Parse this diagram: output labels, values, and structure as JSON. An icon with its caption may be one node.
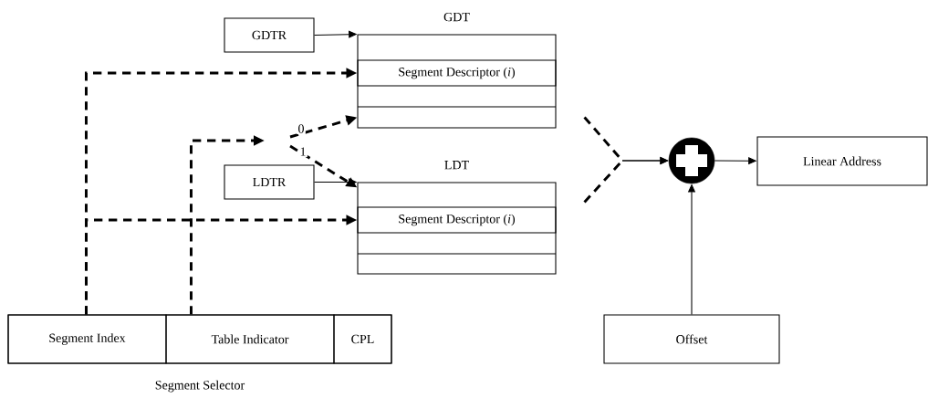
{
  "diagram": {
    "nodes": [
      {
        "text": [
          "GDTR"
        ]
      },
      {
        "text": [
          "GDT"
        ]
      },
      {
        "text": [
          "Segment Descriptor (*i*)"
        ],
        "in": 1
      },
      {
        "text": [
          "LDTR"
        ]
      },
      {
        "text": [
          "LDT"
        ]
      },
      {
        "text": [
          "Segment Descriptor (*i*)"
        ],
        "in": 4
      },
      {
        "text": [
          "Segment Selector"
        ]
      },
      {
        "text": [
          "Segment Index"
        ],
        "in": 6
      },
      {
        "text": [
          "Table Indicator"
        ],
        "in": 6
      },
      {
        "text": [
          "CPL"
        ],
        "in": 6
      },
      {
        "text": [],
        "shape": "circle"
      },
      {
        "text": [
          "Linear Address"
        ]
      },
      {
        "text": [
          "Offset"
        ]
      }
    ],
    "edges": [
      {
        "from": 0,
        "to": 1,
        "arrow": "to"
      },
      {
        "from": 3,
        "to": 4,
        "arrow": "to"
      },
      {
        "from": 7,
        "to": 2,
        "arrow": "to",
        "style": "dashed"
      },
      {
        "from": 7,
        "to": 5,
        "arrow": "to",
        "style": "dashed"
      },
      {
        "from": 8,
        "to": null,
        "arrow": "to",
        "style": "dashed"
      },
      {
        "from": null,
        "to": 1,
        "arrow": "to",
        "style": "dashed",
        "label": "0"
      },
      {
        "from": null,
        "to": 4,
        "arrow": "to",
        "style": "dashed",
        "label": "1"
      },
      {
        "from": 1,
        "to": 10,
        "arrow": "to",
        "style": "dashed"
      },
      {
        "from": 4,
        "to": 10,
        "arrow": "to",
        "style": "dashed"
      },
      {
        "from": 10,
        "to": 11,
        "arrow": "to"
      },
      {
        "from": 12,
        "to": 10,
        "arrow": "to"
      }
    ]
  }
}
